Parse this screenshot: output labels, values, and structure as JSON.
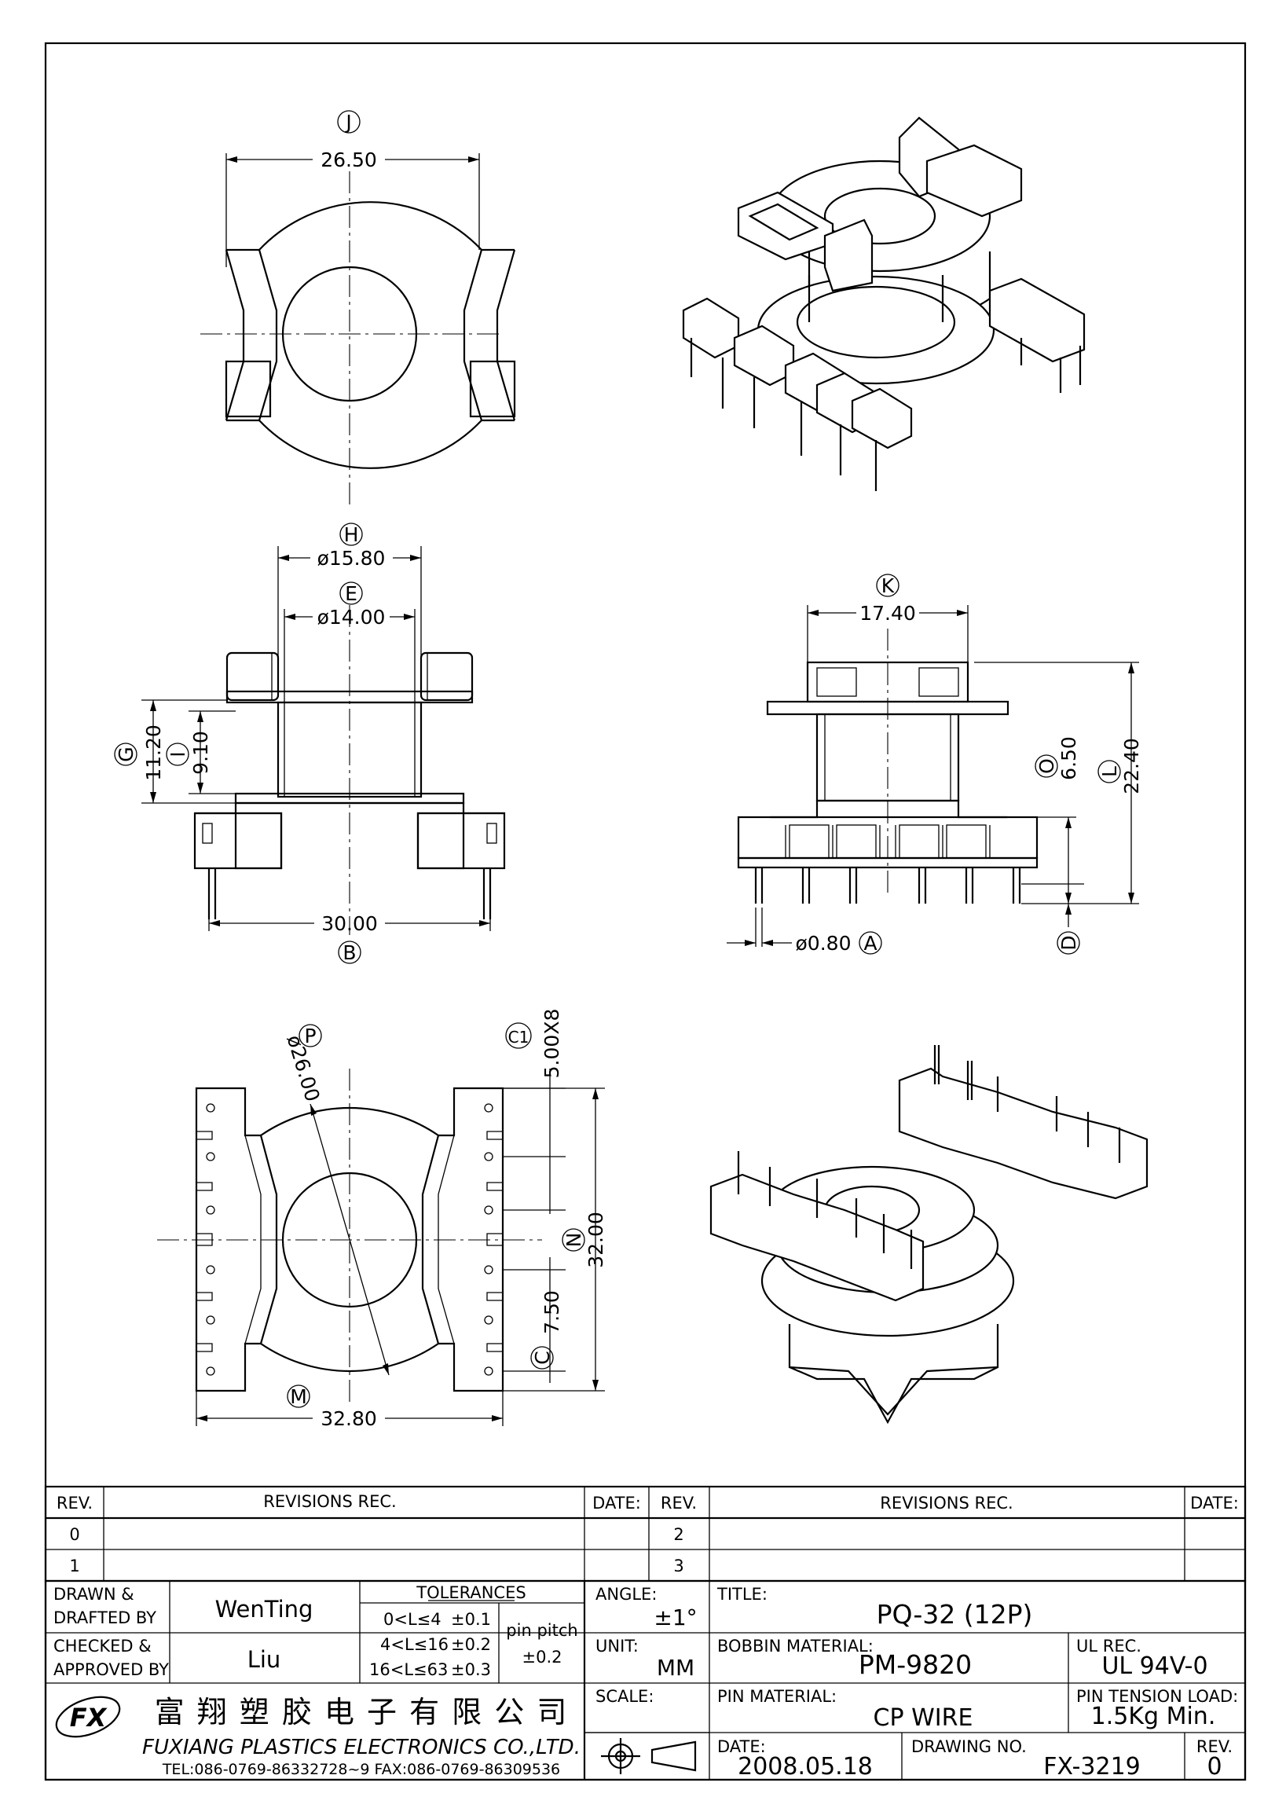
{
  "top_view": {
    "dim_j": {
      "letter": "J",
      "value": "26.50"
    }
  },
  "front_view": {
    "dim_h": {
      "letter": "H",
      "value": "ø15.80"
    },
    "dim_e": {
      "letter": "E",
      "value": "ø14.00"
    },
    "dim_g": {
      "letter": "G",
      "value": "11.20"
    },
    "dim_i": {
      "letter": "I",
      "value": "9.10"
    },
    "dim_b": {
      "letter": "B",
      "value": "30.00"
    }
  },
  "side_view": {
    "dim_k": {
      "letter": "K",
      "value": "17.40"
    },
    "dim_o": {
      "letter": "O",
      "value": "6.50"
    },
    "dim_l": {
      "letter": "L",
      "value": "22.40"
    },
    "dim_a": {
      "letter": "A",
      "value": "ø0.80"
    },
    "dim_d": {
      "letter": "D",
      "value": ""
    }
  },
  "bottom_view": {
    "dim_p": {
      "letter": "P",
      "value": "ø26.00"
    },
    "dim_c1": {
      "letter": "C1",
      "value": "5.00X8"
    },
    "dim_n": {
      "letter": "N",
      "value": "32.00"
    },
    "dim_c": {
      "letter": "C",
      "value": "7.50"
    },
    "dim_m": {
      "letter": "M",
      "value": "32.80"
    }
  },
  "revisions": {
    "headers": {
      "rev": "REV.",
      "revisions_rec": "REVISIONS   REC.",
      "date": "DATE:"
    },
    "left_revs": [
      "0",
      "1"
    ],
    "right_revs": [
      "2",
      "3"
    ]
  },
  "title_block": {
    "drawn_label_1": "DRAWN &",
    "drawn_label_2": "DRAFTED BY",
    "drawn_by": "WenTing",
    "checked_label_1": "CHECKED &",
    "checked_label_2": "APPROVED BY",
    "checked_by": "Liu",
    "tolerances_label": "TOLERANCES",
    "tol_rows": [
      {
        "range": "0<L≤4",
        "tol": "±0.1"
      },
      {
        "range": "4<L≤16",
        "tol": "±0.2"
      },
      {
        "range": "16<L≤63",
        "tol": "±0.3"
      }
    ],
    "pin_pitch_label": "pin pitch",
    "pin_pitch_tol": "±0.2",
    "angle_label": "ANGLE:",
    "angle_value": "±1°",
    "unit_label": "UNIT:",
    "unit_value": "MM",
    "scale_label": "SCALE:",
    "title_label": "TITLE:",
    "title_value": "PQ-32 (12P)",
    "bobbin_material_label": "BOBBIN MATERIAL:",
    "bobbin_material_value": "PM-9820",
    "ul_rec_label": "UL REC.",
    "ul_rec_value": "UL 94V-0",
    "pin_material_label": "PIN MATERIAL:",
    "pin_material_value": "CP WIRE",
    "pin_tension_label": "PIN TENSION LOAD:",
    "pin_tension_value": "1.5Kg Min.",
    "date_label": "DATE:",
    "date_value": "2008.05.18",
    "drawing_no_label": "DRAWING NO.",
    "drawing_no_value": "FX-3219",
    "rev_label": "REV.",
    "rev_value": "0"
  },
  "company": {
    "logo_text": "FX",
    "name_cn": "富 翔 塑 胶 电 子 有 限 公 司",
    "name_en": "FUXIANG PLASTICS ELECTRONICS CO.,LTD.",
    "contact": "TEL:086-0769-86332728~9  FAX:086-0769-86309536"
  }
}
